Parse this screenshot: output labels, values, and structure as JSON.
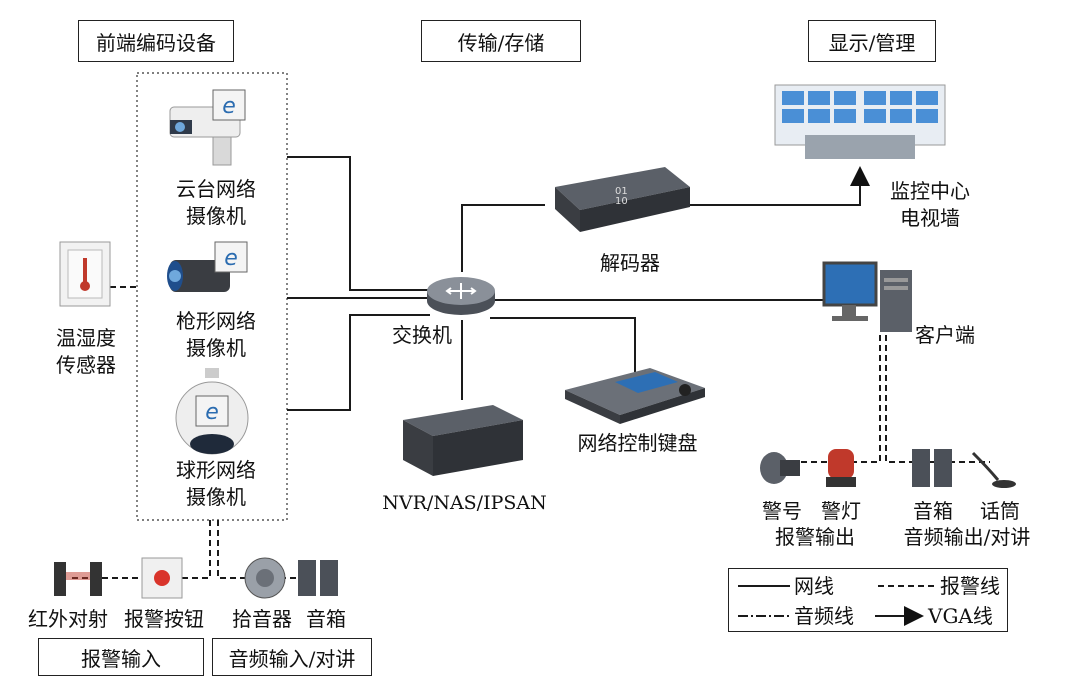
{
  "sections": {
    "front": "前端编码设备",
    "transfer": "传输/存储",
    "display": "显示/管理",
    "alarm_in": "报警输入",
    "audio_in": "音频输入/对讲"
  },
  "devices": {
    "ptz_camera": [
      "云台网络",
      "摄像机"
    ],
    "gun_camera": [
      "枪形网络",
      "摄像机"
    ],
    "dome_camera": [
      "球形网络",
      "摄像机"
    ],
    "sensor": [
      "温湿度",
      "传感器"
    ],
    "switch": "交换机",
    "decoder": "解码器",
    "video_wall": [
      "监控中心",
      "电视墙"
    ],
    "client": "客户端",
    "nvr": "NVR/NAS/IPSAN",
    "keyboard": "网络控制键盘",
    "infrared": "红外对射",
    "alarm_button": "报警按钮",
    "pickup": "拾音器",
    "speaker_left": "音箱",
    "siren_horn": "警号",
    "siren_light": "警灯",
    "alarm_output": "报警输出",
    "speaker_right": "音箱",
    "mic": "话筒",
    "audio_output": "音频输出/对讲"
  },
  "legend": {
    "network": "网线",
    "alarm": "报警线",
    "audio": "音频线",
    "vga": "VGA线"
  },
  "colors": {
    "line": "#1a1a1a",
    "device_dark": "#3a3d42",
    "screen_blue": "#2d6fb5",
    "wall_blue": "#4a8fd6"
  }
}
